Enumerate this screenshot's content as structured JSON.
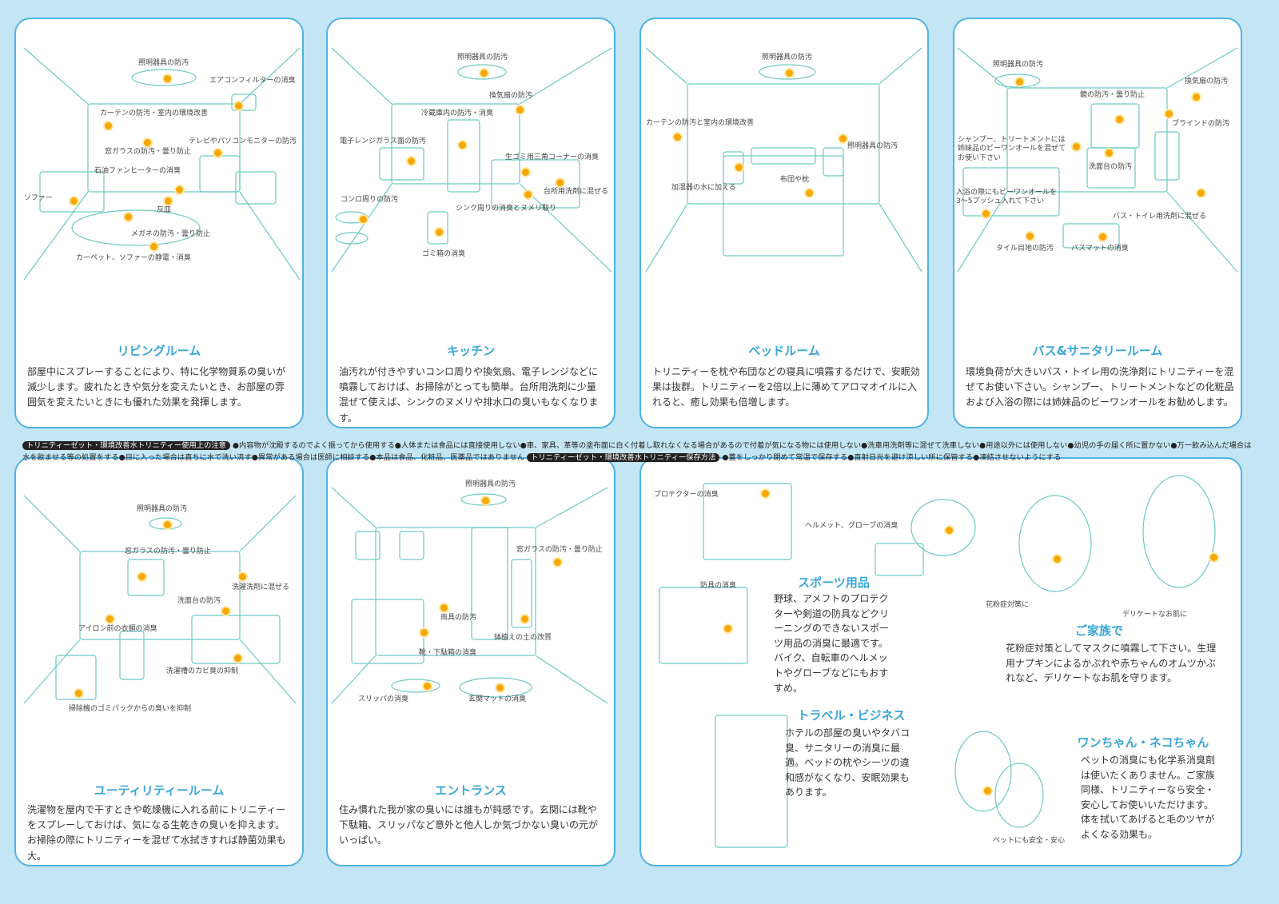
{
  "living": {
    "title": "リビングルーム",
    "body": "部屋中にスプレーすることにより、特に化学物質系の臭いが減少します。疲れたときや気分を変えたいとき、お部屋の雰囲気を変えたいときにも優れた効果を発揮します。",
    "labels": [
      "照明器具の防汚",
      "エアコンフィルターの消臭",
      "カーテンの防汚・室内の環境改善",
      "テレビやパソコンモニターの防汚",
      "窓ガラスの防汚・曇り防止",
      "石油ファンヒーターの消臭",
      "ソファー",
      "灰皿",
      "メガネの防汚・曇り防止",
      "カーペット、ソファーの静電・消臭"
    ]
  },
  "kitchen": {
    "title": "キッチン",
    "body": "油汚れが付きやすいコンロ周りや換気扇、電子レンジなどに噴霧しておけば、お掃除がとっても簡単。台所用洗剤に少量混ぜて使えば、シンクのヌメリや排水口の臭いもなくなります。",
    "labels": [
      "照明器具の防汚",
      "換気扇の防汚",
      "冷蔵庫内の防汚・消臭",
      "電子レンジガラス面の防汚",
      "生ゴミ用三角コーナーの消臭",
      "台所用洗剤に混ぜる",
      "コンロ周りの防汚",
      "シンク周りの消臭とヌメリ取り",
      "ゴミ箱の消臭"
    ]
  },
  "bedroom": {
    "title": "ベッドルーム",
    "body": "トリニティーを枕や布団などの寝具に噴霧するだけで、安眠効果は抜群。トリニティーを2倍以上に薄めてアロマオイルに入れると、癒し効果も倍増します。",
    "labels": [
      "照明器具の防汚",
      "カーテンの防汚と室内の環境改善",
      "照明器具の防汚",
      "加湿器の水に加える",
      "布団や枕"
    ]
  },
  "bath": {
    "title": "バス&サニタリールーム",
    "body": "環境負荷が大きいバス・トイレ用の洗浄剤にトリニティーを混ぜてお使い下さい。シャンプー、トリートメントなどの化粧品および入浴の際には姉妹品のビーワンオールをお勧めします。",
    "labels": [
      "照明器具の防汚",
      "換気扇の防汚",
      "鏡の防汚・曇り防止",
      "ブラインドの防汚",
      "シャンプー、トリートメントには\n姉妹品のビーワンオールを混ぜて\nお使い下さい",
      "洗面台の防汚",
      "入浴の際にもビーワンオールを\n3〜5プッシュ入れて下さい",
      "バス・トイレ用洗剤に混ぜる",
      "タイル目地の防汚",
      "バスマットの消臭"
    ]
  },
  "utility": {
    "title": "ユーティリティールーム",
    "body": "洗濯物を屋内で干すときや乾燥機に入れる前にトリニティーをスプレーしておけば、気になる生乾きの臭いを抑えます。お掃除の際にトリニティーを混ぜて水拭きすれば静菌効果も大。",
    "labels": [
      "照明器具の防汚",
      "窓ガラスの防汚・曇り防止",
      "洗濯洗剤に混ぜる",
      "洗面台の防汚",
      "アイロン前の衣類の消臭",
      "洗濯槽のカビ臭の抑制",
      "掃除機のゴミパックからの臭いを抑制"
    ]
  },
  "entrance": {
    "title": "エントランス",
    "body": "住み慣れた我が家の臭いには誰もが鈍感です。玄関には靴や下駄箱、スリッパなど意外と他人しか気づかない臭いの元がいっぱい。",
    "labels": [
      "照明器具の防汚",
      "窓ガラスの防汚・曇り防止",
      "雨具の防汚",
      "鉢植えの土の改質",
      "靴・下駄箱の消臭",
      "スリッパの消臭",
      "玄関マットの消臭"
    ]
  },
  "others": {
    "labels": [
      "プロテクターの消臭",
      "ヘルメット、グローブの消臭",
      "防具の消臭",
      "花粉症対策に",
      "デリケートなお肌に",
      "ペットにも安全・安心"
    ],
    "sports": {
      "title": "スポーツ用品",
      "body": "野球、アメフトのプロテクターや剣道の防具などクリーニングのできないスポーツ用品の消臭に最適です。バイク、自転車のヘルメットやグローブなどにもおすすめ。"
    },
    "family": {
      "title": "ご家族で",
      "body": "花粉症対策としてマスクに噴霧して下さい。生理用ナプキンによるかぶれや赤ちゃんのオムツかぶれなど、デリケートなお肌を守ります。"
    },
    "travel": {
      "title": "トラベル・ビジネス",
      "body": "ホテルの部屋の臭いやタバコ臭、サニタリーの消臭に最適。ベッドの枕やシーツの違和感がなくなり、安眠効果もあります。"
    },
    "pets": {
      "title": "ワンちゃん・ネコちゃん",
      "body": "ペットの消臭にも化学系消臭剤は使いたくありません。ご家族同様、トリニティーなら安全・安心してお使いいただけます。体を拭いてあげると毛のツヤがよくなる効果も。"
    }
  },
  "notice": {
    "caution_badge": "トリニティーゼット・環境改善水トリニティー使用上の注意",
    "caution_text": "●内容物が沈殿するのでよく振ってから使用する●人体または食品には直接使用しない●車、家具、革等の塗布面に白く付着し取れなくなる場合があるので付着が気になる物には使用しない●洗車用洗剤等に混ぜて洗車しない●用途以外には使用しない●幼児の手の届く所に置かない●万一飲み込んだ場合は水を飲ませる等の処置をする●目に入った場合は直ちに水で洗い流す●異常がある場合は医師に相談する●本品は食品、化粧品、医薬品ではありません",
    "storage_badge": "トリニティーゼット・環境改善水トリニティー保存方法",
    "storage_text": "●蓋をしっかり閉めて常温で保存する●直射日光を避け涼しい所に保管する●凍結させないようにする"
  },
  "colors": {
    "accent": "#3aa6d8",
    "border": "#4fb3e2",
    "dot": "#f6a800",
    "line": "#6cc9c4",
    "background": "#c4e5f3"
  }
}
